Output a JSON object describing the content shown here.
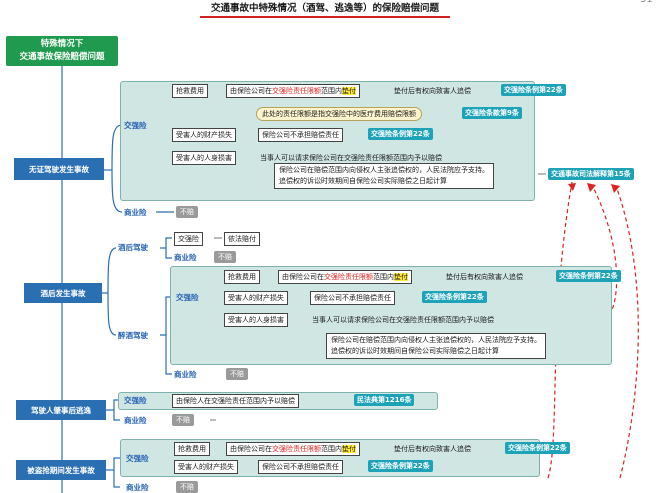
{
  "title": "交通事故中特殊情况（酒驾、逃逸等）的保险赔偿问题",
  "corner_text": "31",
  "root": {
    "line1": "特殊情况下",
    "line2": "交通事故保险赔偿问题"
  },
  "common": {
    "jqx": "交强险",
    "syx": "商业险",
    "bupei": "不赔",
    "qiangjiu": "抢救费用",
    "caichan": "受害人的财产损失",
    "renshen": "受害人的人身损害",
    "pay_prefix": "由保险公司在",
    "pay_red": "交强险责任限额",
    "pay_mid": "范围内",
    "pay_hl": "垫付",
    "zhuichang": "垫付后有权向致害人追偿",
    "law_22": "交强险条例第22条",
    "bu_cheng_dan": "保险公司不承担赔偿责任",
    "ke_qing_qiu": "当事人可以请求保险公司在交强险责任限额范围内予以赔偿",
    "jietie_1": "保险公司在赔偿范围内向侵权人主张追偿权的，人民法院应予支持。",
    "jietie_2": "追偿权的诉讼时效期间自保险公司实际赔偿之日起计算",
    "law_interp15": "交通事故司法解释第15条"
  },
  "s1": {
    "label": "无证驾驶发生事故",
    "note": "此处的责任限额是指交强险中的医疗费用赔偿限额",
    "note_law": "交强险条款第9条",
    "law_22a": "交强险条例第22条",
    "law_22b": "交强险条例第22条"
  },
  "s2": {
    "label": "酒后发生事故",
    "sub_drunk": "酒后驾驶",
    "sub_dui": "醉酒驾驶",
    "yifa": "依法赔付",
    "law_22a": "交强险条例第22条",
    "law_22b": "交强险条例第22条"
  },
  "s3": {
    "label": "驾驶人肇事后逃逸",
    "pay": "由保险人在交强险责任范围内予以赔偿",
    "law": "民法典第1216条"
  },
  "s4": {
    "label": "被盗抢期间发生事故",
    "law_22a": "交强险条例第22条",
    "law_22b": "交强险条例第22条"
  }
}
